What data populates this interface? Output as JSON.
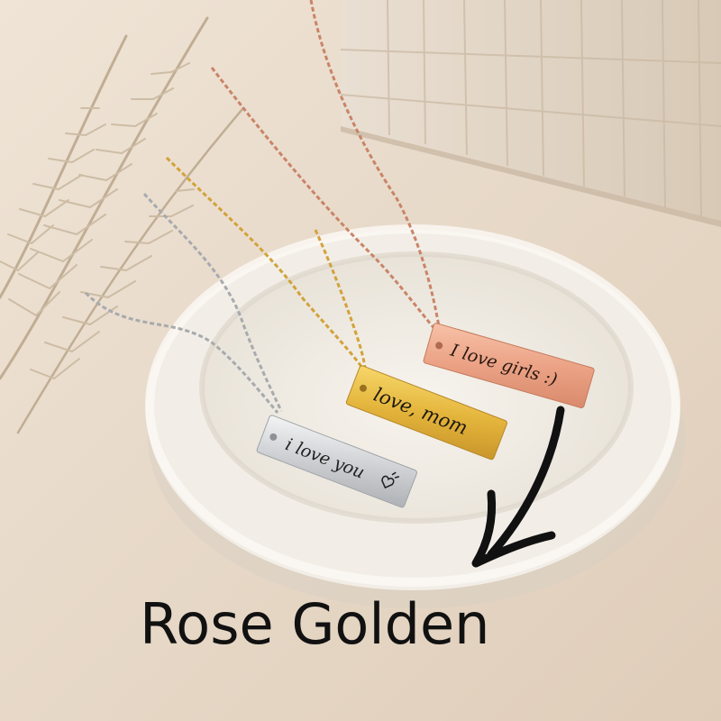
{
  "caption": "Rose Golden",
  "pendants": [
    {
      "finish": "silver",
      "engraving": "i love you"
    },
    {
      "finish": "gold",
      "engraving": "love, mom"
    },
    {
      "finish": "rose-gold",
      "engraving": "I love girls :)"
    }
  ],
  "colors": {
    "background": "#e6d8c8",
    "tray": "#f3efe8",
    "silver": "#d9dadc",
    "gold": "#e0b440",
    "rose_gold": "#eaa587",
    "text": "#111111"
  },
  "icons": [
    "pampas-grass",
    "stone-wall",
    "fur-tray",
    "arrow-icon",
    "hand-heart-icon"
  ]
}
